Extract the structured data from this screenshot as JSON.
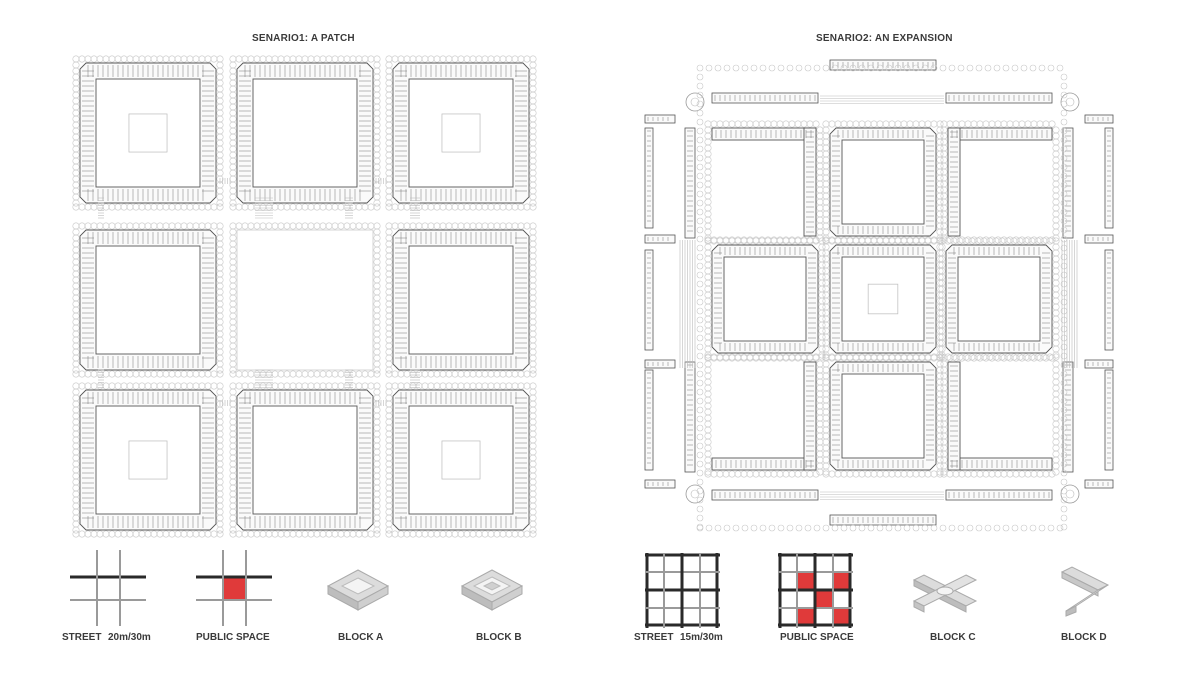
{
  "scenario1": {
    "title": "SENARIO1: A PATCH",
    "legend": {
      "street": "STREET",
      "street_width": "20m/30m",
      "public_space": "PUBLIC SPACE",
      "block_a": "BLOCK A",
      "block_b": "BLOCK B"
    }
  },
  "scenario2": {
    "title": "SENARIO2: AN EXPANSION",
    "legend": {
      "street": "STREET",
      "street_width": "15m/30m",
      "public_space": "PUBLIC SPACE",
      "block_c": "BLOCK C",
      "block_d": "BLOCK D"
    }
  },
  "colors": {
    "public_space_red": "#e03a3a",
    "line_dark": "#2a2a2a",
    "line_light": "#9a9a9a"
  }
}
